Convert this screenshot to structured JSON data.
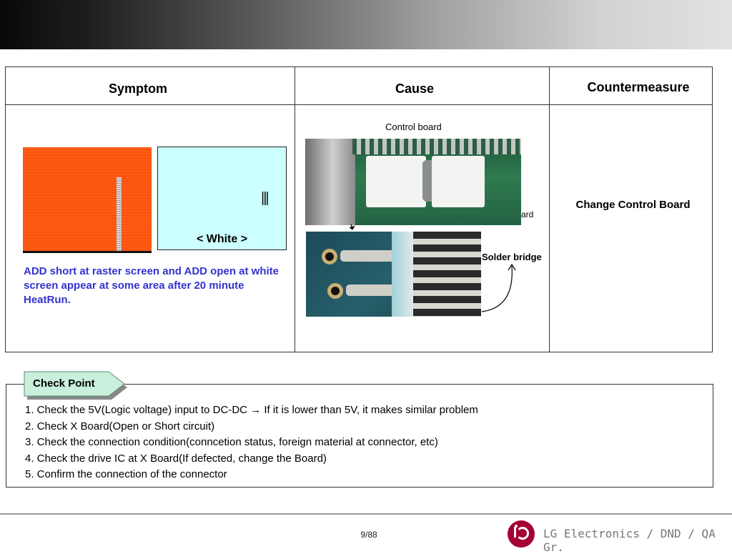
{
  "table": {
    "headers": {
      "symptom": "Symptom",
      "cause": "Cause",
      "countermeasure": "Countermeasure"
    },
    "symptom": {
      "white_caption": "< White >",
      "white_glyph": "|||",
      "description": "ADD short at raster screen and ADD open at white screen appear at some area after 20 minute HeatRun."
    },
    "cause": {
      "control_board_label": "Control board",
      "clipped_label": "ard",
      "solder_bridge_label": "Solder bridge"
    },
    "countermeasure": {
      "text": "Change Control Board"
    }
  },
  "check_point": {
    "title": "Check Point",
    "items": [
      "1. Check the 5V(Logic voltage) input to DC-DC   → If it is lower than 5V, it makes similar problem",
      "2. Check X Board(Open or Short circuit)",
      "3. Check the connection condition(conncetion status, foreign material at connector, etc)",
      "4. Check the drive IC at X Board(If defected, change the Board)",
      "5. Confirm the connection of the connector"
    ]
  },
  "footer": {
    "page": "9/88",
    "brand": "LG Electronics / DND / QA Gr."
  },
  "colors": {
    "symptom_text": "#3333cc",
    "brand": "#a50034",
    "check_tag_fill": "#c8f0dc"
  },
  "icons": {
    "logo": "lg-logo-icon",
    "arrow": "arrow-icon"
  }
}
